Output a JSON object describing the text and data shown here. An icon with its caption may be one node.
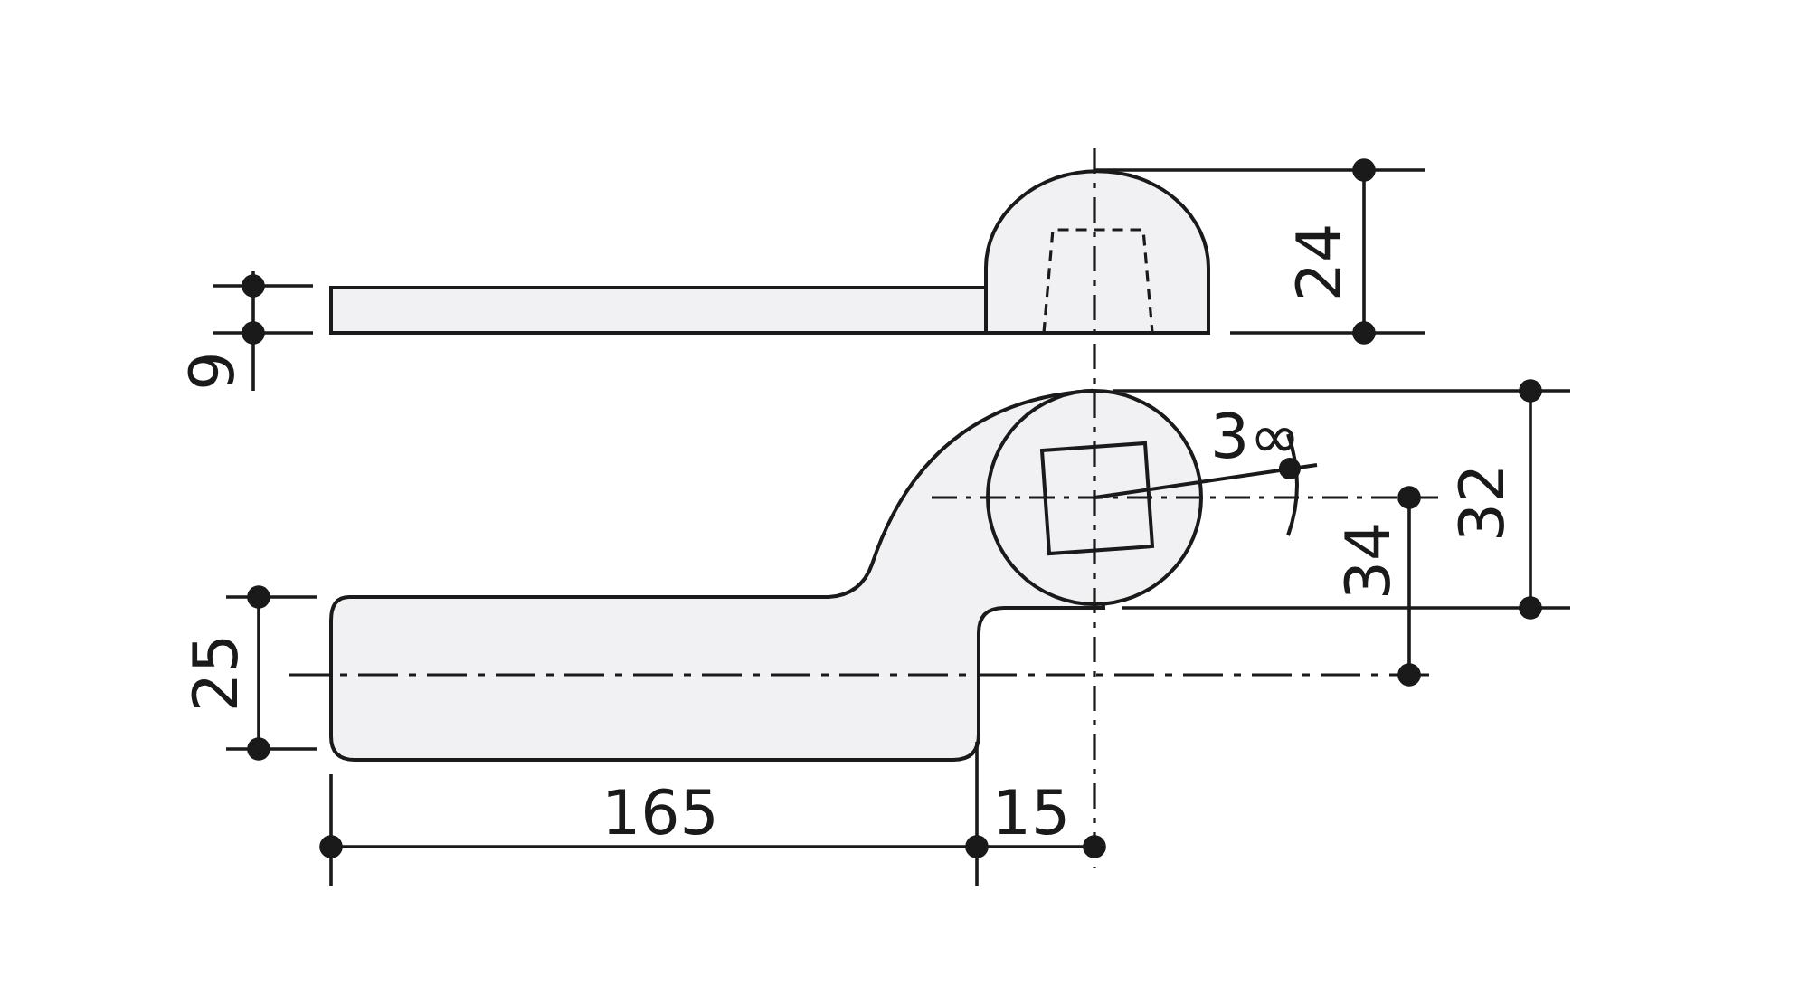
{
  "diagram": {
    "labels": [
      "24",
      "9",
      "3∞",
      "32",
      "34",
      "25",
      "165",
      "15"
    ]
  }
}
